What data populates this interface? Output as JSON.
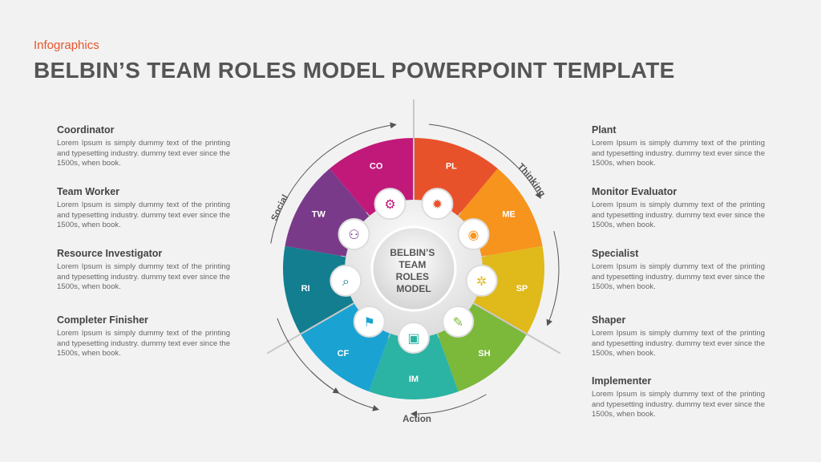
{
  "header": {
    "eyebrow": "Infographics",
    "title": "BELBIN’S TEAM ROLES MODEL POWERPOINT TEMPLATE"
  },
  "roles_left": [
    {
      "title": "Coordinator",
      "text": "Lorem Ipsum is simply dummy text of the printing and typesetting industry. dummy text ever since the 1500s, when book."
    },
    {
      "title": "Team Worker",
      "text": "Lorem Ipsum is simply dummy text of the printing and typesetting industry. dummy text ever since the 1500s, when book."
    },
    {
      "title": "Resource Investigator",
      "text": "Lorem Ipsum is simply dummy text of the printing and typesetting industry. dummy text ever since the 1500s, when book."
    },
    {
      "title": "Completer Finisher",
      "text": "Lorem Ipsum is simply dummy text of the printing and typesetting industry. dummy text ever since the 1500s, when book."
    }
  ],
  "roles_right": [
    {
      "title": "Plant",
      "text": "Lorem Ipsum is simply dummy text of the printing and typesetting industry. dummy text ever since the 1500s, when book."
    },
    {
      "title": "Monitor Evaluator",
      "text": "Lorem Ipsum is simply dummy text of the printing and typesetting industry. dummy text ever since the 1500s, when book."
    },
    {
      "title": "Specialist",
      "text": "Lorem Ipsum is simply dummy text of the printing and typesetting industry. dummy text ever since the 1500s, when book."
    },
    {
      "title": "Shaper",
      "text": "Lorem Ipsum is simply dummy text of the printing and typesetting industry. dummy text ever since the 1500s, when book."
    },
    {
      "title": "Implementer",
      "text": "Lorem Ipsum is simply dummy text of the printing and typesetting industry. dummy text ever since the 1500s, when book."
    }
  ],
  "wheel": {
    "center_label": [
      "BELBIN’S",
      "TEAM",
      "ROLES",
      "MODEL"
    ],
    "groups": {
      "social": "Social",
      "thinking": "Thinking",
      "action": "Action"
    },
    "segments": [
      {
        "abbr": "PL",
        "color": "#e8522a",
        "icon": "lightbulb-icon"
      },
      {
        "abbr": "ME",
        "color": "#f7941d",
        "icon": "eye-icon"
      },
      {
        "abbr": "SP",
        "color": "#e0b91a",
        "icon": "gears-icon"
      },
      {
        "abbr": "SH",
        "color": "#7cb83a",
        "icon": "pen-icon"
      },
      {
        "abbr": "IM",
        "color": "#2bb3a3",
        "icon": "screen-icon"
      },
      {
        "abbr": "CF",
        "color": "#1aa3d2",
        "icon": "flag-icon"
      },
      {
        "abbr": "RI",
        "color": "#137e8f",
        "icon": "magnifier-icon"
      },
      {
        "abbr": "TW",
        "color": "#7a3a8a",
        "icon": "team-icon"
      },
      {
        "abbr": "CO",
        "color": "#c0197a",
        "icon": "coordinator-icon"
      }
    ]
  }
}
